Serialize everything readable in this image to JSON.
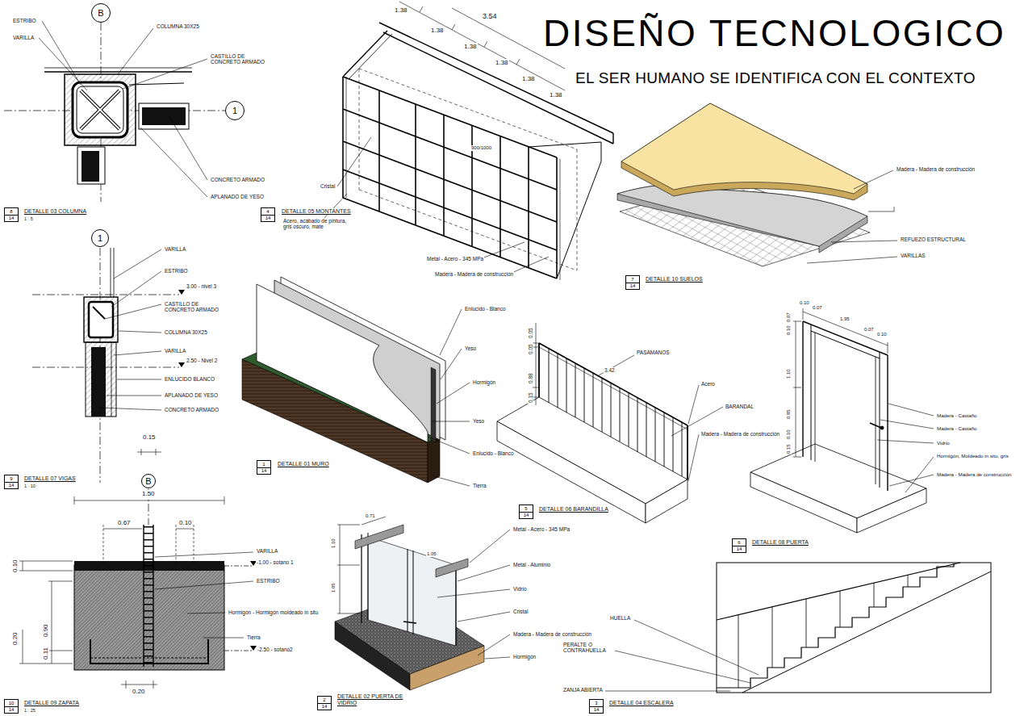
{
  "diagram": {
    "title": "DISEÑO TECNOLOGICO",
    "caption": "EL SER HUMANO SE IDENTIFICA CON EL CONTEXTO",
    "nodes": [
      {
        "text": [
          "B"
        ]
      },
      {
        "text": [
          "1"
        ]
      },
      {
        "text": [
          "1"
        ]
      },
      {
        "text": [
          "B"
        ]
      },
      {
        "text": [
          "8",
          "14"
        ]
      },
      {
        "text": [
          "4",
          "14"
        ]
      },
      {
        "text": [
          "7",
          "14"
        ]
      },
      {
        "text": [
          "9",
          "14"
        ]
      },
      {
        "text": [
          "1",
          "14"
        ]
      },
      {
        "text": [
          "5",
          "14"
        ]
      },
      {
        "text": [
          "6",
          "14"
        ]
      },
      {
        "text": [
          "10",
          "14"
        ]
      },
      {
        "text": [
          "2",
          "14"
        ]
      },
      {
        "text": [
          "3",
          "14"
        ]
      }
    ],
    "labels": [
      "ESTRIBO",
      "VARILLA",
      "COLUMNA 30X25",
      "CASTILLO DE CONCRETO ARMADO",
      "CONCRETO ARMADO",
      "APLANADO DE YESO",
      "DETALLE 03 COLUMNA",
      "1 : 5",
      "1.38",
      "1.38",
      "3.54",
      "1.38",
      "1.38",
      "1.38",
      "1.38",
      "900/1000",
      "Cristal",
      "Acero, acabado de pintura, gris oscuro, mate",
      "DETALLE 05 MONTANTES",
      "Metal - Acero - 345 MPa",
      "Madera - Madera de construcción",
      "Madera - Madera de construcción",
      "REFUEZO ESTRUCTURAL",
      "VARILLAS",
      "DETALLE 10 SUELOS",
      "VARILLA",
      "ESTRIBO",
      "3.00 - nivel 3",
      "CASTILLO DE CONCRETO ARMADO",
      "COLUMNA 30X25",
      "VARILLA",
      "2.50 - Nivel 2",
      "ENLUCIDO BLANCO",
      "APLANADO DE YESO",
      "CONCRETO ARMADO",
      "DETALLE 07 VIGAS",
      "1 : 10",
      "Enlucido - Blanco",
      "Yeso",
      "Hormigón",
      "Yeso",
      "Enlucido - Blanco",
      "Tierra",
      "DETALLE 01  MURO",
      "0.05",
      "0.05",
      "0.88",
      "0.15",
      "PASAMANOS",
      "3.42",
      "Acero",
      "BARANDAL",
      "Madera - Madera de construcción",
      "DETALLE 06 BARANDILLA",
      "0.10",
      "0.07",
      "1.95",
      "0.07",
      "0.10",
      "0.07",
      "0.10",
      "1.10",
      "0.85",
      "0.10",
      "0.15",
      "Madera - Castaño",
      "Madera - Castaño",
      "Vidrio",
      "Hormigón, Moldeado in situ, gris",
      "Madera - Madera de construcción",
      "DETALLE 08 PUERTA",
      "0.15",
      "1.50",
      "0.67",
      "0.10",
      "0.10",
      "VARILLA",
      "-1.00 - sotano 1",
      "ESTRIBO",
      "Hormigón - Hormigón moldeado in situ",
      "Tierra",
      "-2.50 - sotano2",
      "0.20",
      "0.90",
      "0.11",
      "0.20",
      "DETALLE 09 ZAPATA",
      "1 : 25",
      "0.71",
      "1.10",
      "1.05",
      "1.05",
      "Metal - Acero - 345 MPa",
      "Metal - Aluminio",
      "Vidrio",
      "Cristal",
      "Madera - Madera de construcción",
      "Hormigón",
      "DETALLE 02 PUERTA DE VIDRIO",
      "HUELLA",
      "PERALTE O CONTRAHUELLA",
      "ZANJA ABIERTA",
      "DETALLE 04 ESCALERA"
    ]
  }
}
